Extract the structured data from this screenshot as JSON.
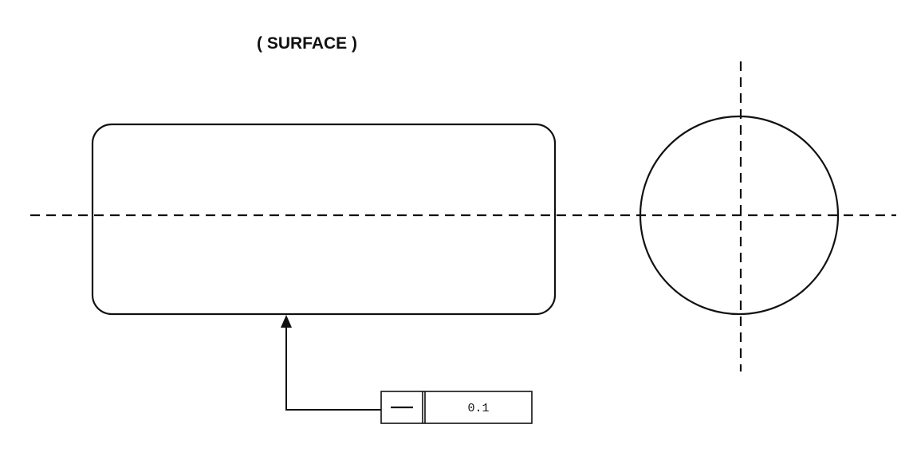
{
  "view_label": "( SURFACE )",
  "feature_control_frame": {
    "characteristic_symbol": "straightness",
    "symbol_glyph": "—",
    "tolerance_value": "0.1"
  }
}
